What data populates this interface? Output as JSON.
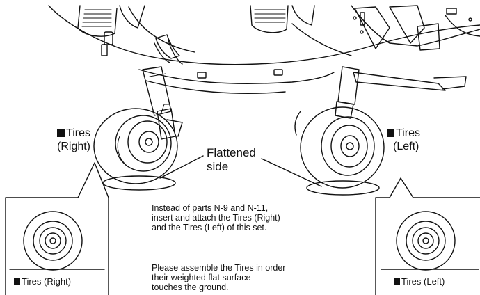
{
  "labels": {
    "tires_right": {
      "line1": "Tires",
      "line2": "(Right)"
    },
    "tires_left": {
      "line1": "Tires",
      "line2": "(Left)"
    },
    "flattened": {
      "line1": "Flattened",
      "line2": "side"
    },
    "inset_right_caption": "Tires (Right)",
    "inset_left_caption": "Tires (Left)"
  },
  "instructions": {
    "para1": [
      "Instead of parts N-9 and N-11,",
      "insert and attach the Tires (Right)",
      "and the Tires (Left) of this set."
    ],
    "para2": [
      "Please assemble the Tires in order",
      "their weighted flat surface",
      "touches the ground."
    ]
  }
}
